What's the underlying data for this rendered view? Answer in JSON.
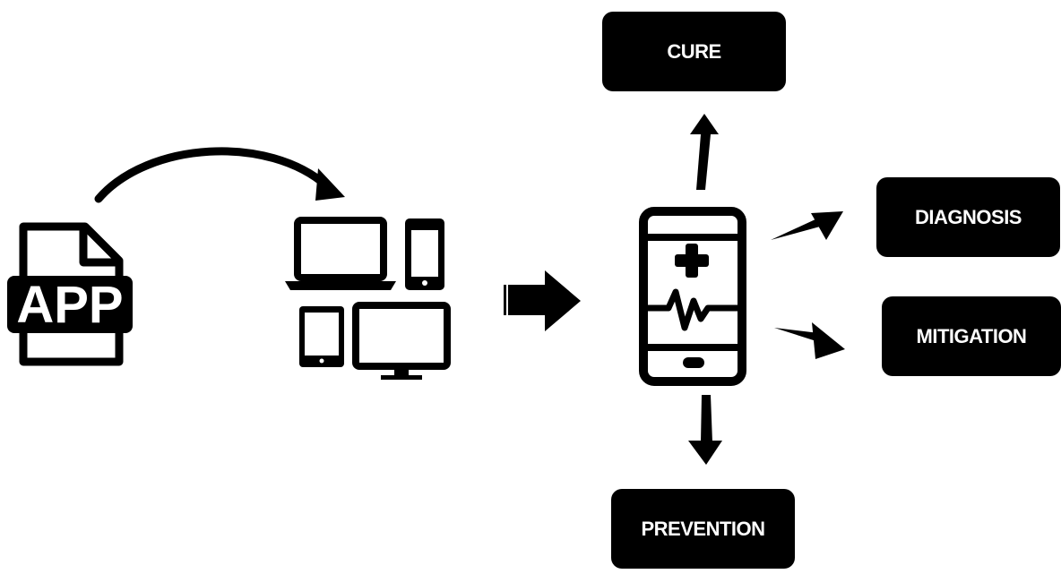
{
  "file_icon": {
    "label": "APP"
  },
  "outcomes": {
    "cure": "CURE",
    "diagnosis": "DIAGNOSIS",
    "mitigation": "MITIGATION",
    "prevention": "PREVENTION"
  },
  "colors": {
    "ink": "#000000",
    "background": "#ffffff",
    "box_text": "#ffffff"
  }
}
